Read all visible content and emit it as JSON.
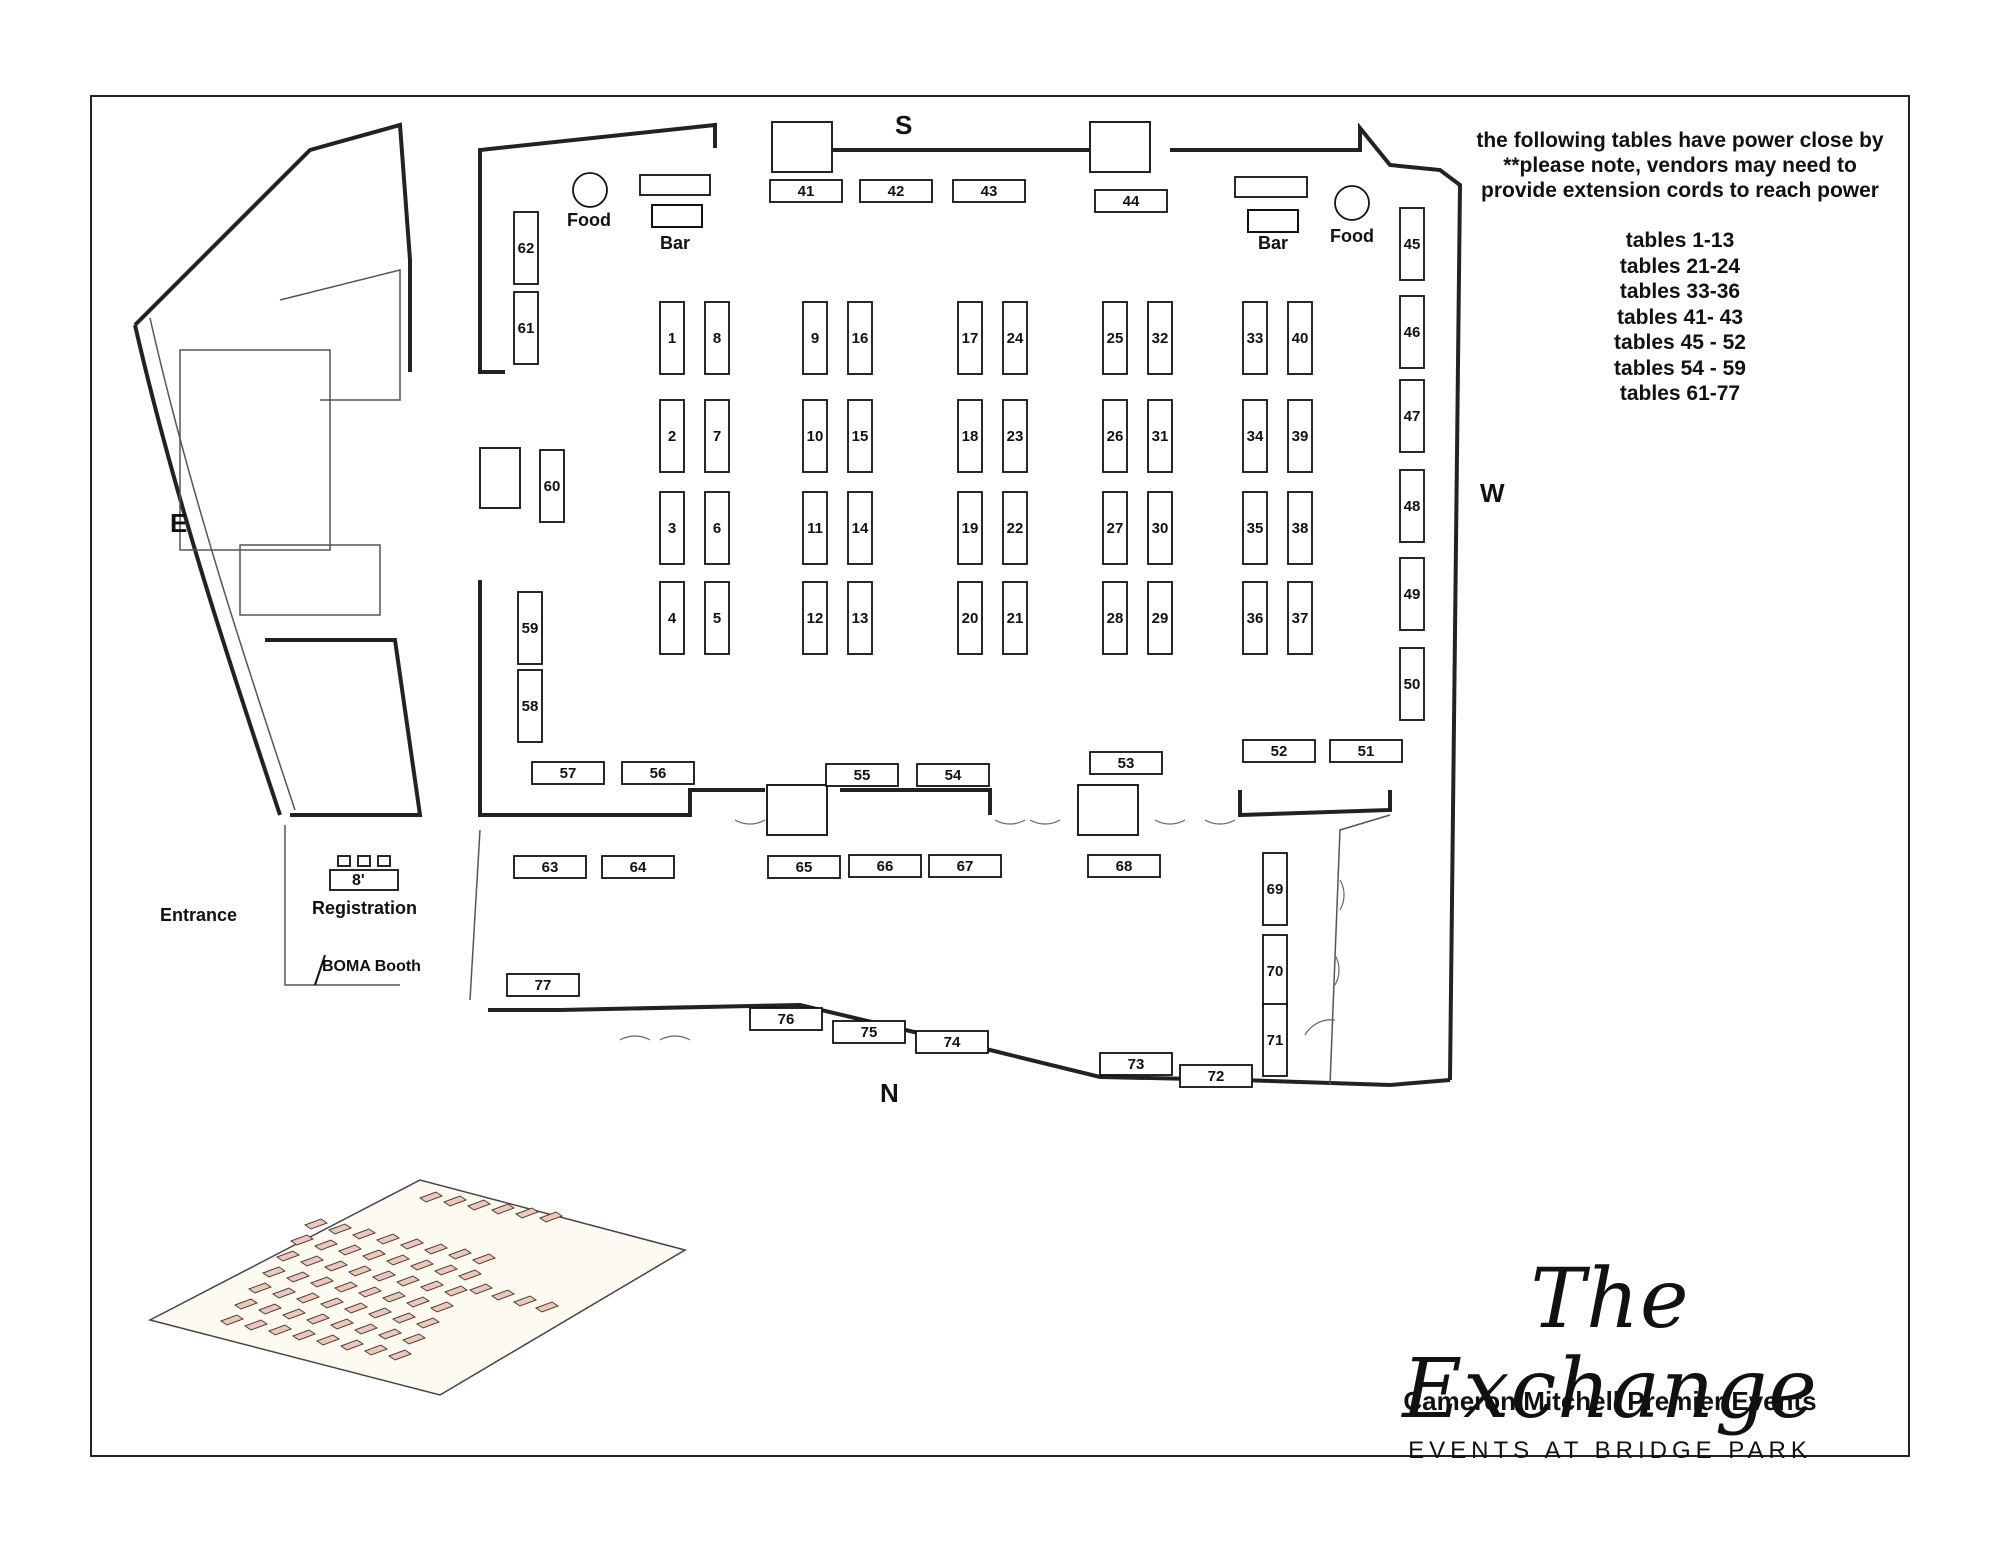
{
  "compass": {
    "south": "S",
    "west": "W",
    "north": "N",
    "east": "E"
  },
  "areas": {
    "food_left": "Food",
    "food_right": "Food",
    "bar_left": "Bar",
    "bar_right": "Bar",
    "entrance": "Entrance",
    "registration": "Registration",
    "registration_table": "8'",
    "boma_booth": "BOMA Booth"
  },
  "power_note": {
    "line1": "the following tables have power close by",
    "line2": "**please note, vendors may need to",
    "line3": "provide extension cords to reach power",
    "tables": [
      "tables 1-13",
      "tables 21-24",
      "tables 33-36",
      "tables 41- 43",
      "tables 45 - 52",
      "tables 54 - 59",
      "tables 61-77"
    ]
  },
  "brand": {
    "logo_script": "The Exchange",
    "logo_sub": "EVENTS AT BRIDGE PARK",
    "company": "Cameron Mitchell Premier Events"
  },
  "tables": [
    {
      "id": "1"
    },
    {
      "id": "2"
    },
    {
      "id": "3"
    },
    {
      "id": "4"
    },
    {
      "id": "5"
    },
    {
      "id": "6"
    },
    {
      "id": "7"
    },
    {
      "id": "8"
    },
    {
      "id": "9"
    },
    {
      "id": "10"
    },
    {
      "id": "11"
    },
    {
      "id": "12"
    },
    {
      "id": "13"
    },
    {
      "id": "14"
    },
    {
      "id": "15"
    },
    {
      "id": "16"
    },
    {
      "id": "17"
    },
    {
      "id": "18"
    },
    {
      "id": "19"
    },
    {
      "id": "20"
    },
    {
      "id": "21"
    },
    {
      "id": "22"
    },
    {
      "id": "23"
    },
    {
      "id": "24"
    },
    {
      "id": "25"
    },
    {
      "id": "26"
    },
    {
      "id": "27"
    },
    {
      "id": "28"
    },
    {
      "id": "29"
    },
    {
      "id": "30"
    },
    {
      "id": "31"
    },
    {
      "id": "32"
    },
    {
      "id": "33"
    },
    {
      "id": "34"
    },
    {
      "id": "35"
    },
    {
      "id": "36"
    },
    {
      "id": "37"
    },
    {
      "id": "38"
    },
    {
      "id": "39"
    },
    {
      "id": "40"
    },
    {
      "id": "41"
    },
    {
      "id": "42"
    },
    {
      "id": "43"
    },
    {
      "id": "44"
    },
    {
      "id": "45"
    },
    {
      "id": "46"
    },
    {
      "id": "47"
    },
    {
      "id": "48"
    },
    {
      "id": "49"
    },
    {
      "id": "50"
    },
    {
      "id": "51"
    },
    {
      "id": "52"
    },
    {
      "id": "53"
    },
    {
      "id": "54"
    },
    {
      "id": "55"
    },
    {
      "id": "56"
    },
    {
      "id": "57"
    },
    {
      "id": "58"
    },
    {
      "id": "59"
    },
    {
      "id": "60"
    },
    {
      "id": "61"
    },
    {
      "id": "62"
    },
    {
      "id": "63"
    },
    {
      "id": "64"
    },
    {
      "id": "65"
    },
    {
      "id": "66"
    },
    {
      "id": "67"
    },
    {
      "id": "68"
    },
    {
      "id": "69"
    },
    {
      "id": "70"
    },
    {
      "id": "71"
    },
    {
      "id": "72"
    },
    {
      "id": "73"
    },
    {
      "id": "74"
    },
    {
      "id": "75"
    },
    {
      "id": "76"
    },
    {
      "id": "77"
    }
  ]
}
